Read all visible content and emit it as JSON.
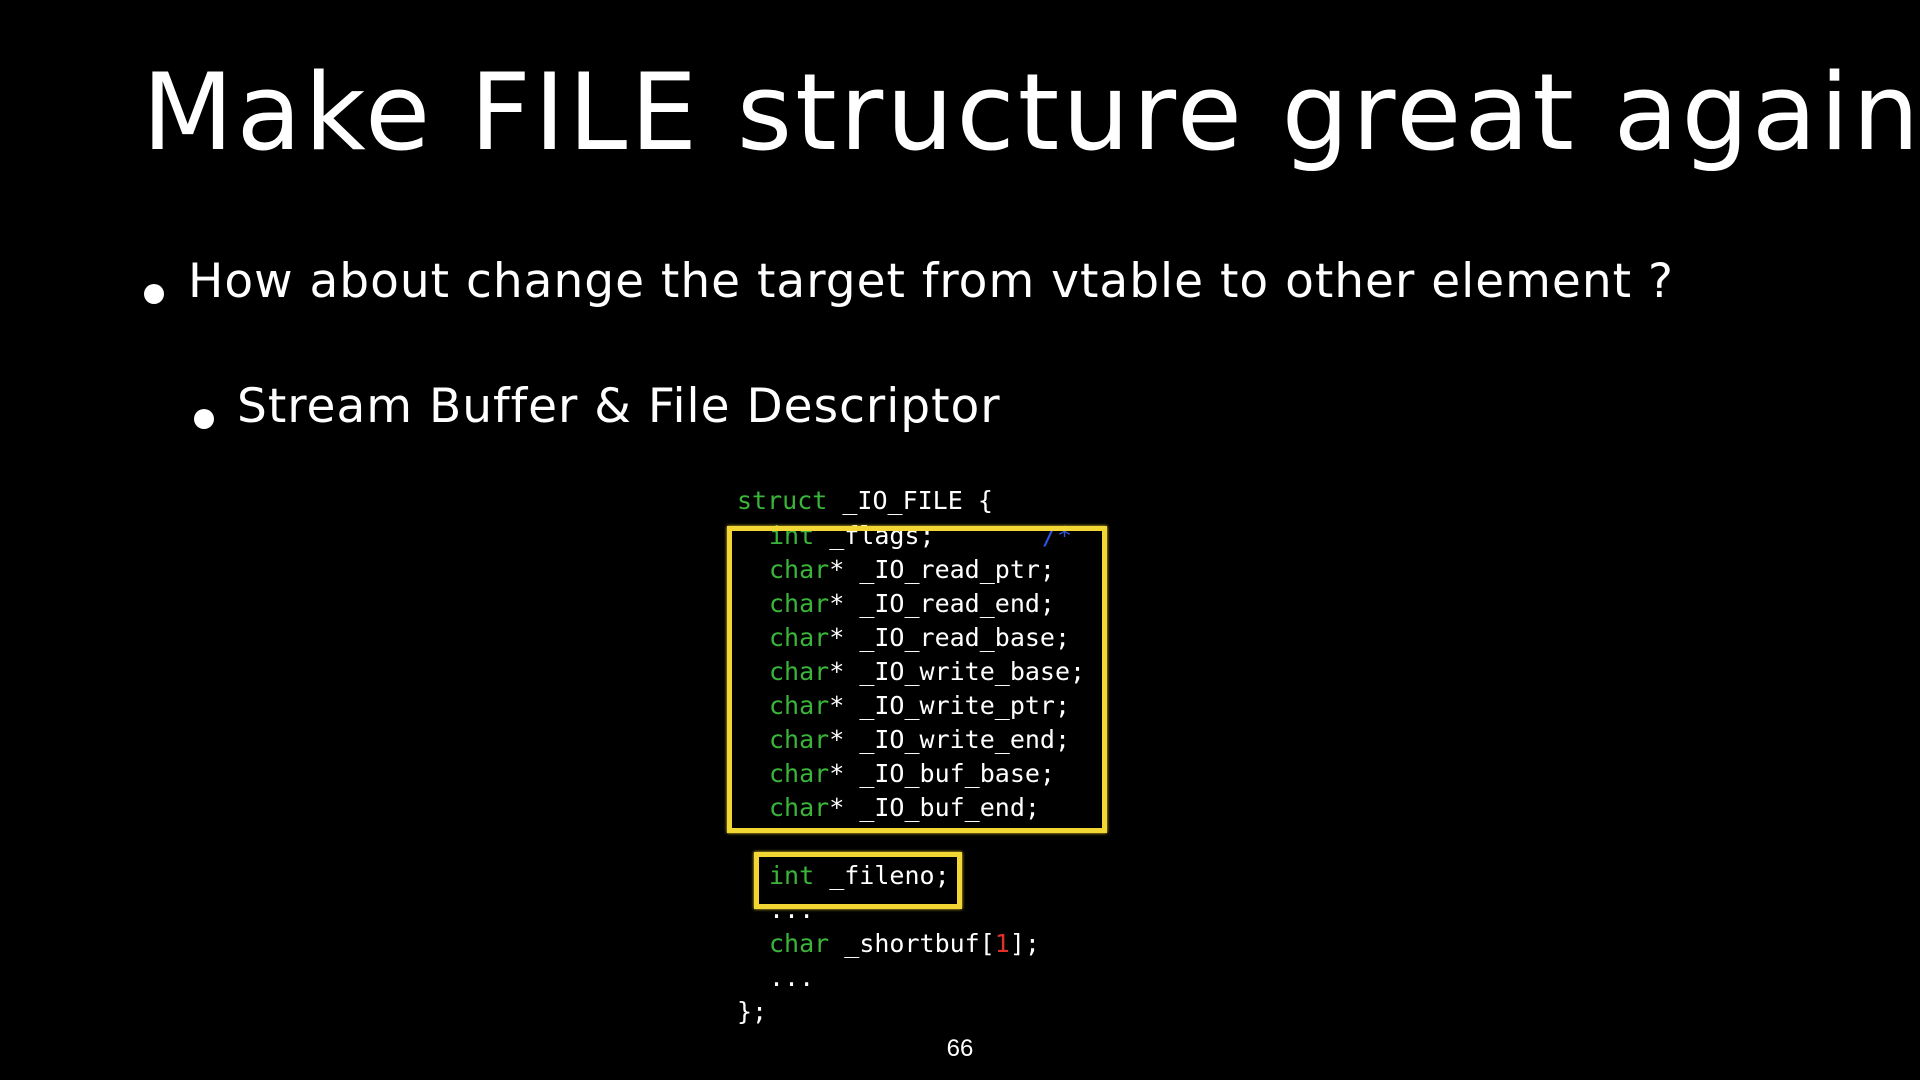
{
  "slide": {
    "title": "Make FILE structure great again",
    "bullets": [
      "How about change the target from vtable to other element ?",
      "Stream Buffer & File Descriptor"
    ],
    "page_number": "66"
  },
  "code": {
    "struct_keyword": "struct",
    "struct_head": " _IO_FILE {",
    "flags_type": "int",
    "flags_name": " _flags;",
    "flags_comment": "/* ",
    "pointer_type": "char",
    "pointer_fields": [
      "* _IO_read_ptr;",
      "* _IO_read_end;",
      "* _IO_read_base;",
      "* _IO_write_base;",
      "* _IO_write_ptr;",
      "* _IO_write_end;",
      "* _IO_buf_base;",
      "* _IO_buf_end;"
    ],
    "fileno_type": "int",
    "fileno_name": " _fileno;",
    "ellipsis": "...",
    "shortbuf_type": "char",
    "shortbuf_name": " _shortbuf[",
    "shortbuf_size": "1",
    "shortbuf_close": "];",
    "closing": "};"
  },
  "colors": {
    "background": "#000000",
    "text": "#ffffff",
    "keyword": "#3ab53a",
    "number": "#e0302a",
    "comment": "#2d56e0",
    "highlight": "#f1d634"
  }
}
